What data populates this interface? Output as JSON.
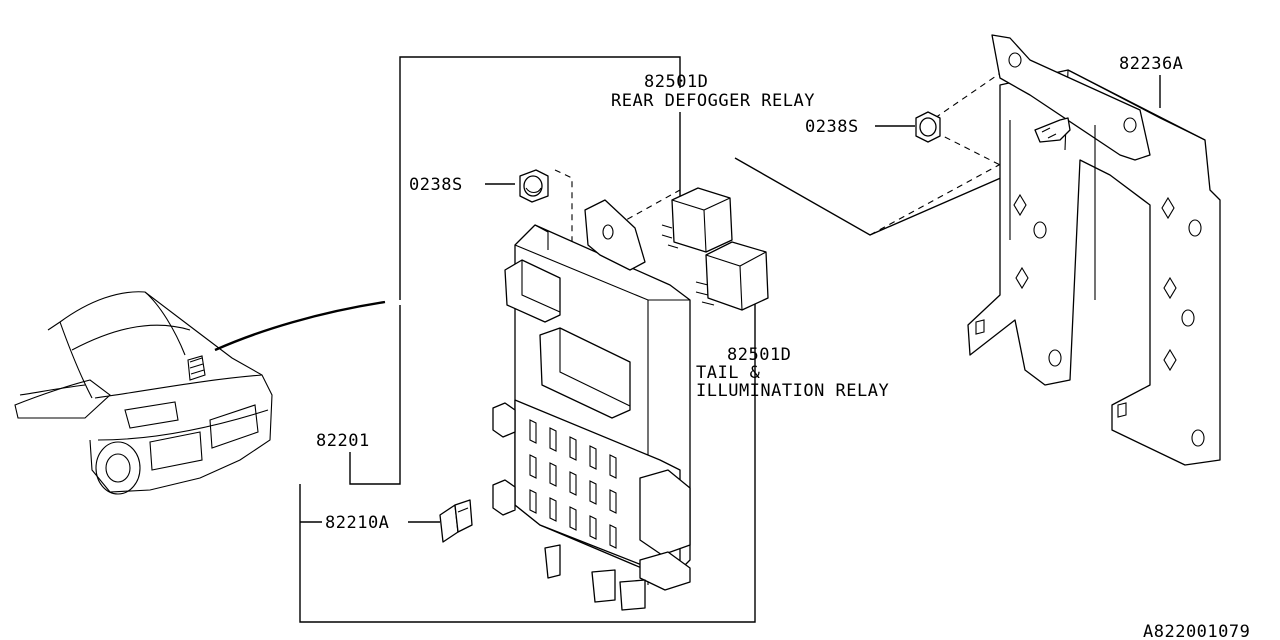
{
  "callouts": {
    "relay_rear_part": "82501D",
    "relay_rear_desc": "REAR DEFOGGER RELAY",
    "relay_tail_part": "82501D",
    "relay_tail_desc_1": "TAIL &",
    "relay_tail_desc_2": "ILLUMINATION RELAY",
    "nut_left": "0238S",
    "nut_right": "0238S",
    "bracket": "82236A",
    "fuse_box": "82201",
    "fuse": "82210A"
  },
  "diagram_id": "A822001079"
}
